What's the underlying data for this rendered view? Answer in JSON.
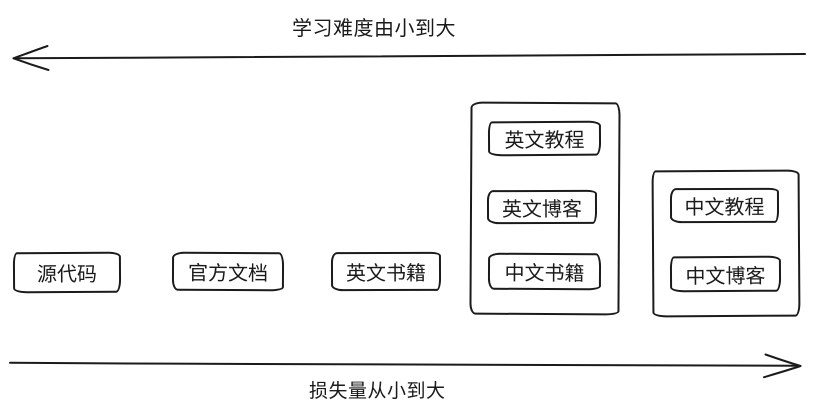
{
  "axes": {
    "top": {
      "label": "学习难度由小到大",
      "direction": "left"
    },
    "bottom": {
      "label": "损失量从小到大",
      "direction": "right"
    }
  },
  "nodes": [
    {
      "label": "源代码"
    },
    {
      "label": "官方文档"
    },
    {
      "label": "英文书籍"
    }
  ],
  "groups": [
    {
      "nodes": [
        {
          "label": "英文教程"
        },
        {
          "label": "英文博客"
        },
        {
          "label": "中文书籍"
        }
      ]
    },
    {
      "nodes": [
        {
          "label": "中文教程"
        },
        {
          "label": "中文博客"
        }
      ]
    }
  ],
  "colors": {
    "stroke": "#1b1b1b",
    "background": "#ffffff",
    "text": "#1a1a1a"
  }
}
